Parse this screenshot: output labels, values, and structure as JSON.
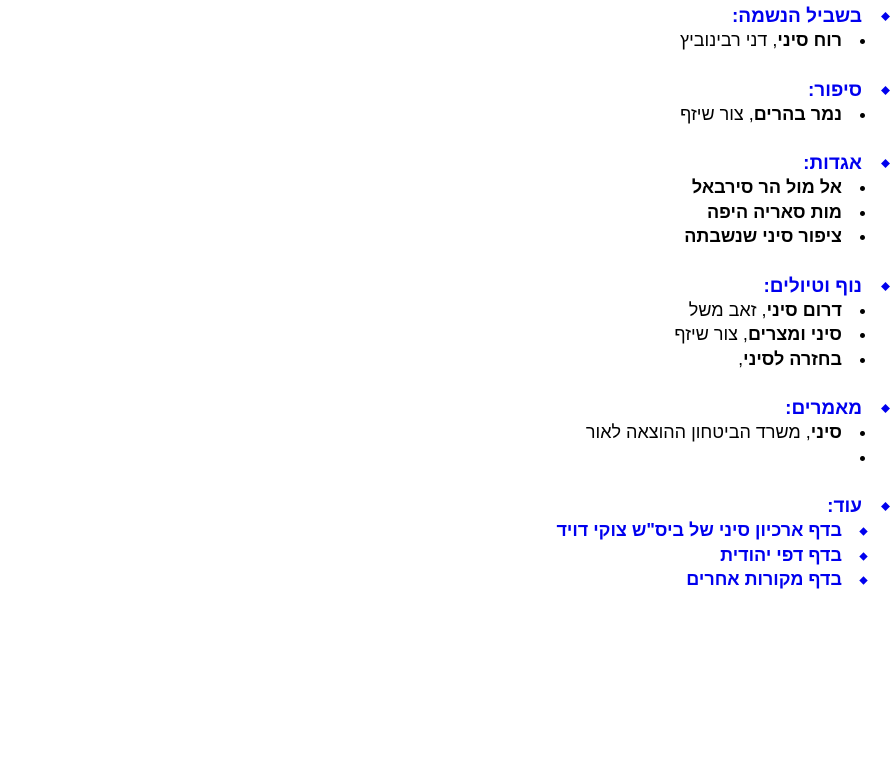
{
  "colors": {
    "link": "#0000ee",
    "text": "#000000",
    "background": "#ffffff"
  },
  "sections": [
    {
      "title": "בשביל הנשמה:",
      "items": [
        {
          "bold": "רוח סיני",
          "rest": ", דני רבינוביץ"
        }
      ]
    },
    {
      "title": "סיפור:",
      "items": [
        {
          "bold": "נמר בהרים",
          "rest": ", צור שיזף"
        }
      ]
    },
    {
      "title": "אגדות:",
      "items": [
        {
          "bold": "אל מול הר סירבאל",
          "rest": ""
        },
        {
          "bold": "מות סאריה היפה",
          "rest": ""
        },
        {
          "bold": "ציפור סיני שנשבתה",
          "rest": ""
        }
      ]
    },
    {
      "title": "נוף וטיולים:",
      "items": [
        {
          "bold": "דרום סיני",
          "rest": ", זאב משל"
        },
        {
          "bold": "סיני ומצרים",
          "rest": ", צור שיזף"
        },
        {
          "bold": "בחזרה לסיני",
          "rest": ","
        }
      ]
    },
    {
      "title": "מאמרים:",
      "items": [
        {
          "bold": "סיני",
          "rest": ", משרד הביטחון ההוצאה לאור"
        },
        {
          "bold": "",
          "rest": ""
        }
      ]
    },
    {
      "title": "עוד:",
      "links": [
        "בדף ארכיון סיני של ביס\"ש צוקי דויד",
        "בדף דפי יהודית",
        "בדף מקורות אחרים"
      ]
    }
  ]
}
